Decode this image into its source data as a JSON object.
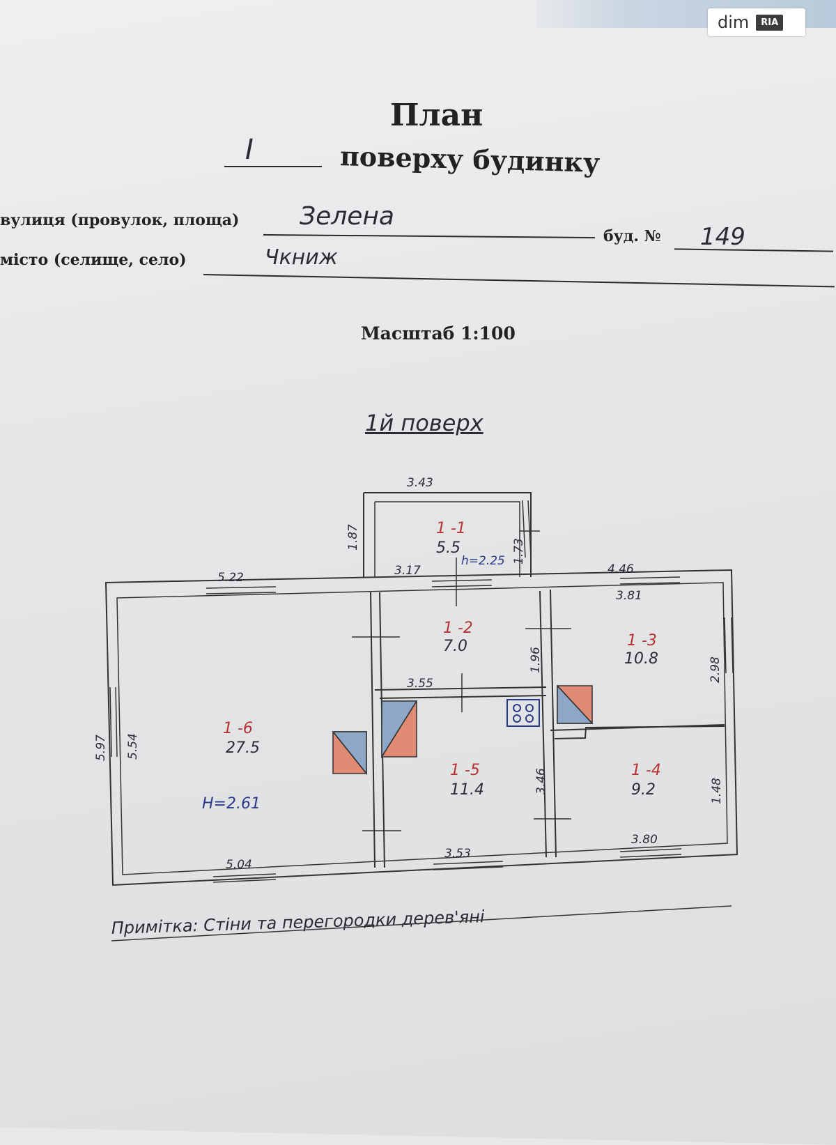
{
  "watermark": {
    "site": "dim",
    "brand": "RIA"
  },
  "header": {
    "title": "План",
    "floor_number": "I",
    "subtitle": "поверху будинку"
  },
  "address": {
    "street_label": "вулиця (провулок, площа)",
    "street_value": "Зелена",
    "house_label": "буд. №",
    "house_value": "149",
    "city_label": "місто (селище, село)",
    "city_value": "Чкниж"
  },
  "scale": "Масштаб 1:100",
  "floor_title": "1й поверх",
  "rooms": [
    {
      "id": "1 -1",
      "area": "5.5"
    },
    {
      "id": "1 -2",
      "area": "7.0"
    },
    {
      "id": "1 -3",
      "area": "10.8"
    },
    {
      "id": "1 -4",
      "area": "9.2"
    },
    {
      "id": "1 -5",
      "area": "11.4"
    },
    {
      "id": "1 -6",
      "area": "27.5"
    }
  ],
  "dimensions": {
    "d_343": "3.43",
    "d_187": "1.87",
    "d_173": "1.73",
    "d_h225": "h=2.25",
    "d_522": "5.22",
    "d_317": "3.17",
    "d_446": "4.46",
    "d_381": "3.81",
    "d_196": "1.96",
    "d_298": "2.98",
    "d_355": "3.55",
    "d_597": "5.97",
    "d_554": "5.54",
    "d_346": "3.46",
    "d_148": "1.48",
    "d_504": "5.04",
    "d_353": "3.53",
    "d_380": "3.80",
    "d_h261": "H=2.61"
  },
  "note": "Примітка: Стіни та перегородки дерев'яні"
}
